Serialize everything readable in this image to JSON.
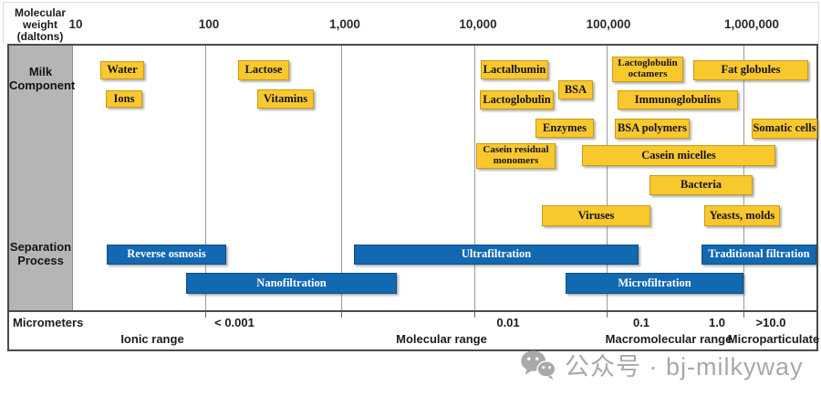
{
  "header": {
    "axis_title": "Molecular weight (daltons)",
    "ticks": [
      "10",
      "100",
      "1,000",
      "10,000",
      "100,000",
      "1,000,000"
    ]
  },
  "sidebar": {
    "milk_component": "Milk Component",
    "separation_process": "Separation Process"
  },
  "milk_components": {
    "water": "Water",
    "ions": "Ions",
    "lactose": "Lactose",
    "vitamins": "Vitamins",
    "lactalbumin": "Lactalbumin",
    "bsa": "BSA",
    "lactoglobulin": "Lactoglobulin",
    "enzymes": "Enzymes",
    "casein_residual_monomers": "Casein residual monomers",
    "lactoglobulin_octamers": "Lactoglobulin octamers",
    "fat_globules": "Fat globules",
    "immunoglobulins": "Immunoglobulins",
    "bsa_polymers": "BSA polymers",
    "somatic_cells": "Somatic cells",
    "casein_micelles": "Casein micelles",
    "bacteria": "Bacteria",
    "viruses": "Viruses",
    "yeasts_molds": "Yeasts, molds"
  },
  "separation_processes": {
    "reverse_osmosis": "Reverse osmosis",
    "nanofiltration": "Nanofiltration",
    "ultrafiltration": "Ultrafiltration",
    "traditional_filtration": "Traditional filtration",
    "microfiltration": "Microfiltration"
  },
  "footer": {
    "axis_label": "Micrometers",
    "ticks": [
      "< 0.001",
      "0.01",
      "0.1",
      "1.0",
      ">10.0"
    ],
    "ranges": [
      "Ionic range",
      "Molecular range",
      "Macromolecular range",
      "Microparticulate"
    ]
  },
  "watermark": {
    "icon": "wechat-icon",
    "text": "公众号 · bj-milkyway"
  },
  "colors": {
    "component_fill": "#F8C82D",
    "process_fill": "#1268B1",
    "sidebar_fill": "#B5B5B5"
  }
}
